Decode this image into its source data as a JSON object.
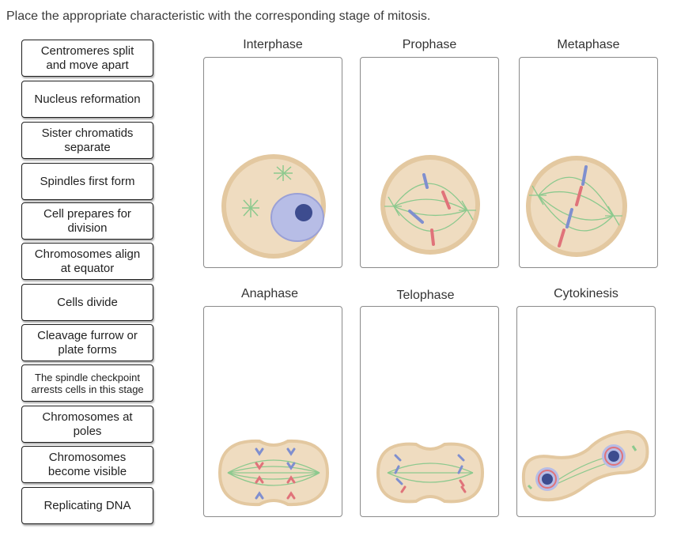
{
  "instructions": "Place the appropriate characteristic with the corresponding stage of mitosis.",
  "labels": [
    "Centromeres split\nand move apart",
    "Nucleus reformation",
    "Sister chromatids\nseparate",
    "Spindles first form",
    "Cell prepares for\ndivision",
    "Chromosomes align\nat equator",
    "Cells divide",
    "Cleavage furrow or\nplate forms",
    "The spindle checkpoint\narrests cells in this stage",
    "Chromosomes at\npoles",
    "Chromosomes\nbecome visible",
    "Replicating DNA"
  ],
  "stages": [
    {
      "title": "Interphase",
      "illustration": "interphase-cell"
    },
    {
      "title": "Prophase",
      "illustration": "prophase-cell"
    },
    {
      "title": "Metaphase",
      "illustration": "metaphase-cell"
    },
    {
      "title": "Anaphase",
      "illustration": "anaphase-cell"
    },
    {
      "title": "Telophase",
      "illustration": "telophase-cell"
    },
    {
      "title": "Cytokinesis",
      "illustration": "cytokinesis-cell"
    }
  ],
  "colors": {
    "cell_fill": "#efdcc0",
    "cell_edge": "#e3c8a0",
    "spindle": "#8cc98e",
    "nucleus": "#b7bde6",
    "chromatin": "#3d4c8f",
    "chromosome_red": "#e0737a",
    "chromosome_blue": "#7f8fcf"
  }
}
